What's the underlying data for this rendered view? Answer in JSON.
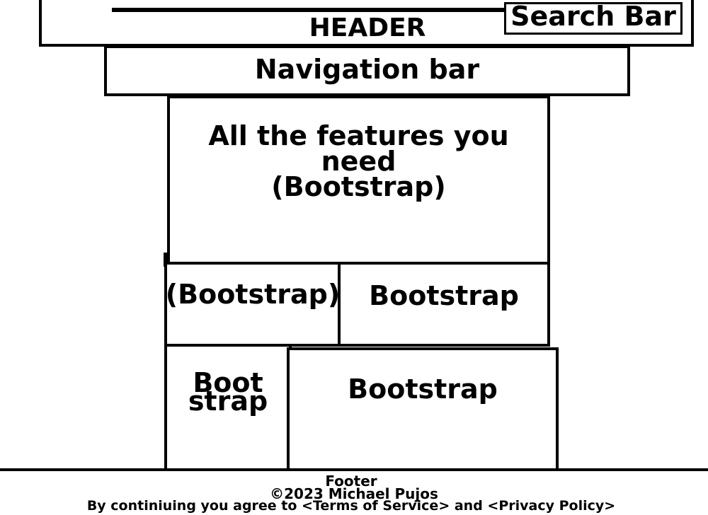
{
  "header": {
    "title": "HEADER",
    "search_label": "Search Bar"
  },
  "navigation": {
    "label": "Navigation bar"
  },
  "hero": {
    "line1": "All the features you",
    "line2": "need",
    "line3": "(Bootstrap)"
  },
  "cards": {
    "a": "(Bootstrap)",
    "b": "Bootstrap",
    "c_line1": "Boot",
    "c_line2": "strap",
    "d": "Bootstrap"
  },
  "footer": {
    "title": "Footer",
    "copyright": "©2023 Michael Pujos",
    "terms": "By continiuing you agree to <Terms of Service> and <Privacy Policy>"
  }
}
